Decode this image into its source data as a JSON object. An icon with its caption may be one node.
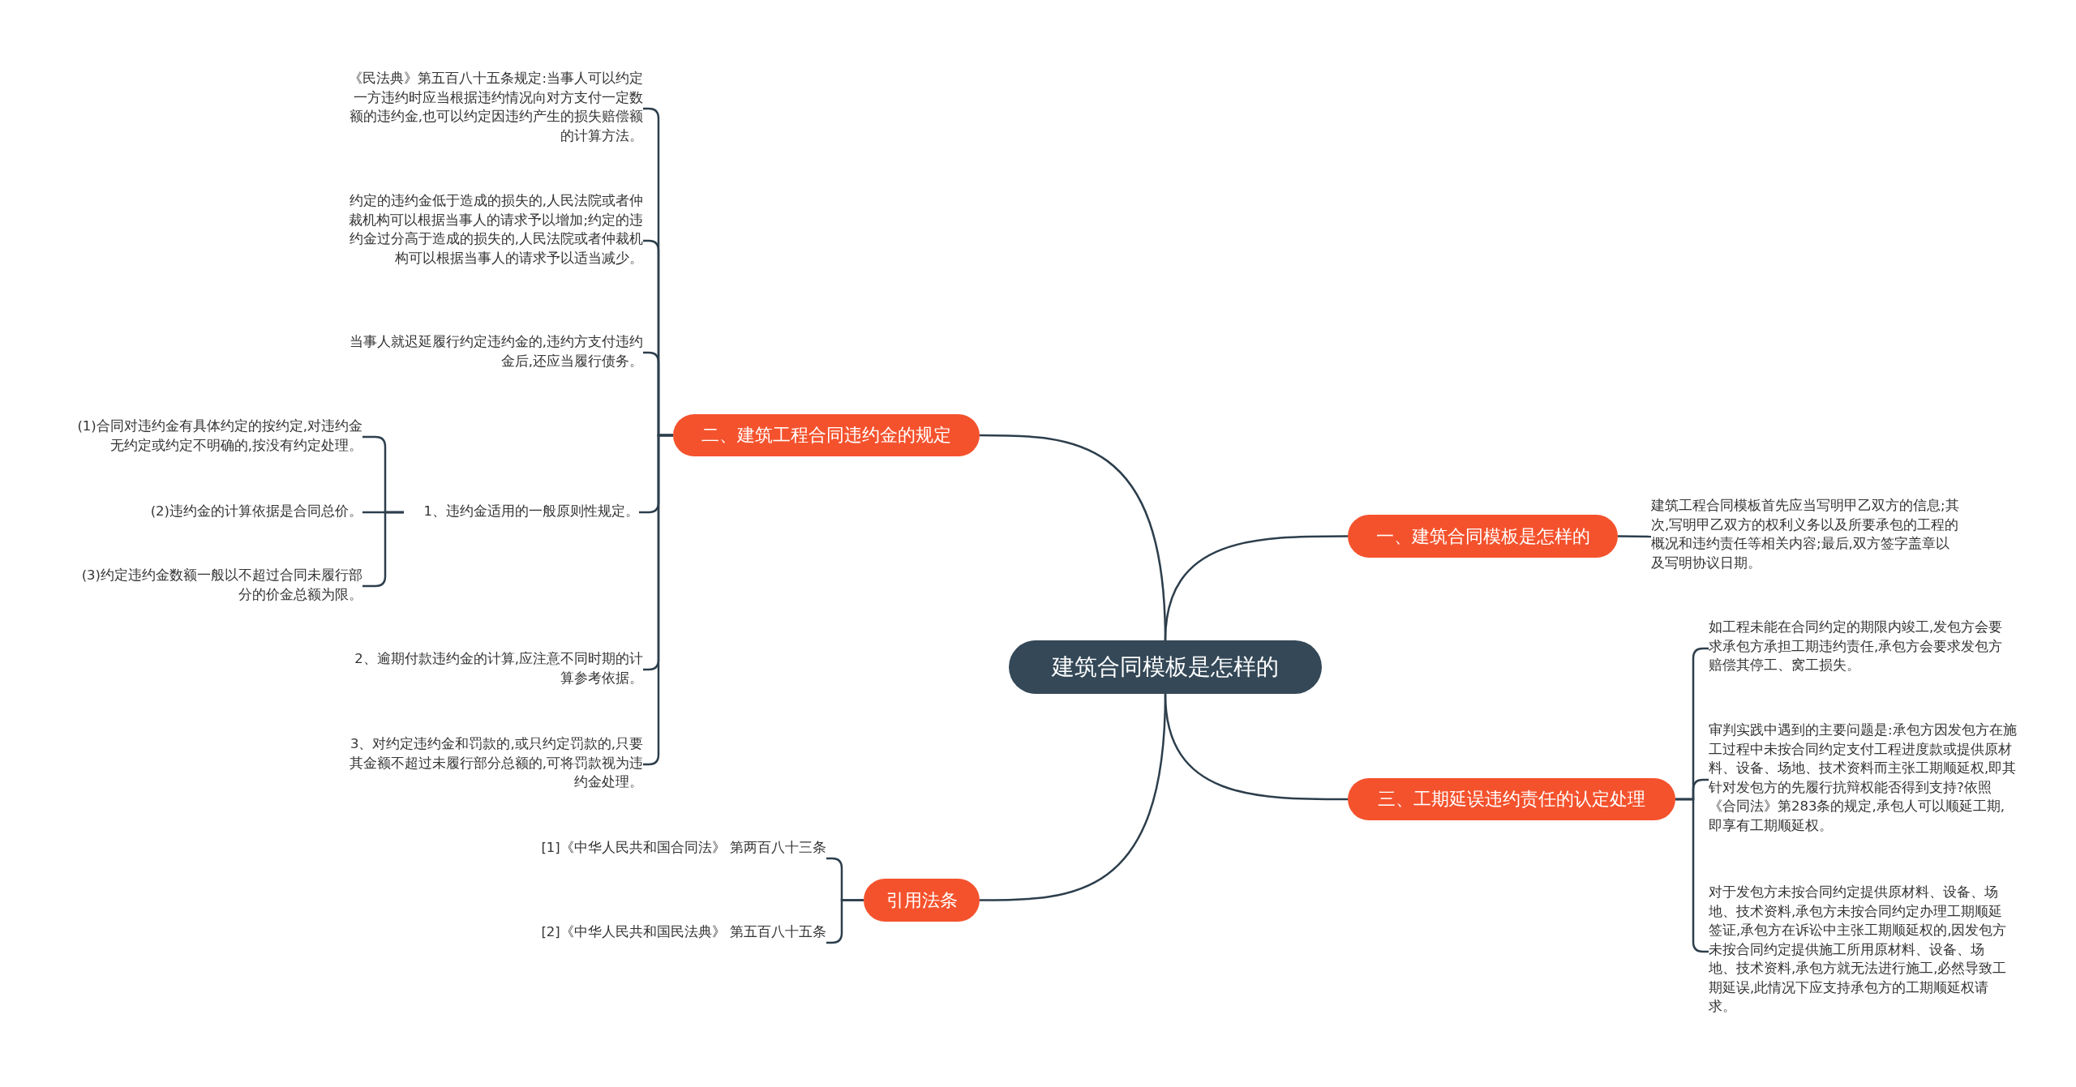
{
  "diagram": {
    "nodes": [
      {
        "text": [
          "建筑合同模板是怎样的"
        ]
      },
      {
        "text": [
          "一、建筑合同模板是怎样的"
        ]
      },
      {
        "text": [
          "建筑工程合同模板首先应当写明甲乙双方的信息;其次,写明甲乙双方的权利义务以及所要承包的工程的概况和违约责任等相关内容;最后,双方签字盖章以及写明协议日期。"
        ]
      },
      {
        "text": [
          "三、工期延误违约责任的认定处理"
        ]
      },
      {
        "text": [
          "如工程未能在合同约定的期限内竣工,发包方会要求承包方承担工期违约责任,承包方会要求发包方赔偿其停工、窝工损失。"
        ]
      },
      {
        "text": [
          "审判实践中遇到的主要问题是:承包方因发包方在施工过程中未按合同约定支付工程进度款或提供原材料、设备、场地、技术资料而主张工期顺延权,即其针对发包方的先履行抗辩权能否得到支持?依照《合同法》第283条的规定,承包人可以顺延工期,即享有工期顺延权。"
        ]
      },
      {
        "text": [
          "对于发包方未按合同约定提供原材料、设备、场地、技术资料,承包方未按合同约定办理工期顺延签证,承包方在诉讼中主张工期顺延权的,因发包方未按合同约定提供施工所用原材料、设备、场地、技术资料,承包方就无法进行施工,必然导致工期延误,此情况下应支持承包方的工期顺延权请求。"
        ]
      },
      {
        "text": [
          "引用法条"
        ]
      },
      {
        "text": [
          "[1]《中华人民共和国合同法》 第两百八十三条"
        ]
      },
      {
        "text": [
          "[2]《中华人民共和国民法典》 第五百八十五条"
        ]
      },
      {
        "text": [
          "二、建筑工程合同违约金的规定"
        ]
      },
      {
        "text": [
          "《民法典》第五百八十五条规定:当事人可以约定一方违约时应当根据违约情况向对方支付一定数额的违约金,也可以约定因违约产生的损失赔偿额的计算方法。"
        ]
      },
      {
        "text": [
          "约定的违约金低于造成的损失的,人民法院或者仲裁机构可以根据当事人的请求予以增加;约定的违约金过分高于造成的损失的,人民法院或者仲裁机构可以根据当事人的请求予以适当减少。"
        ]
      },
      {
        "text": [
          "当事人就迟延履行约定违约金的,违约方支付违约金后,还应当履行债务。"
        ]
      },
      {
        "text": [
          "1、违约金适用的一般原则性规定。"
        ]
      },
      {
        "text": [
          "(1)合同对违约金有具体约定的按约定,对违约金无约定或约定不明确的,按没有约定处理。"
        ]
      },
      {
        "text": [
          "(2)违约金的计算依据是合同总价。"
        ]
      },
      {
        "text": [
          "(3)约定违约金数额一般以不超过合同未履行部分的价金总额为限。"
        ]
      },
      {
        "text": [
          "2、逾期付款违约金的计算,应注意不同时期的计算参考依据。"
        ]
      },
      {
        "text": [
          "3、对约定违约金和罚款的,或只约定罚款的,只要其金额不超过未履行部分总额的,可将罚款视为违约金处理。"
        ]
      }
    ],
    "edges": [
      {
        "from": 0,
        "to": 1,
        "arrow": "none"
      },
      {
        "from": 1,
        "to": 2,
        "arrow": "none"
      },
      {
        "from": 0,
        "to": 3,
        "arrow": "none"
      },
      {
        "from": 3,
        "to": 4,
        "arrow": "none"
      },
      {
        "from": 3,
        "to": 5,
        "arrow": "none"
      },
      {
        "from": 3,
        "to": 6,
        "arrow": "none"
      },
      {
        "from": 0,
        "to": 7,
        "arrow": "none"
      },
      {
        "from": 7,
        "to": 8,
        "arrow": "none"
      },
      {
        "from": 7,
        "to": 9,
        "arrow": "none"
      },
      {
        "from": 0,
        "to": 10,
        "arrow": "none"
      },
      {
        "from": 10,
        "to": 11,
        "arrow": "none"
      },
      {
        "from": 10,
        "to": 12,
        "arrow": "none"
      },
      {
        "from": 10,
        "to": 13,
        "arrow": "none"
      },
      {
        "from": 10,
        "to": 14,
        "arrow": "none"
      },
      {
        "from": 14,
        "to": 15,
        "arrow": "none"
      },
      {
        "from": 14,
        "to": 16,
        "arrow": "none"
      },
      {
        "from": 14,
        "to": 17,
        "arrow": "none"
      },
      {
        "from": 10,
        "to": 18,
        "arrow": "none"
      },
      {
        "from": 10,
        "to": 19,
        "arrow": "none"
      }
    ]
  }
}
